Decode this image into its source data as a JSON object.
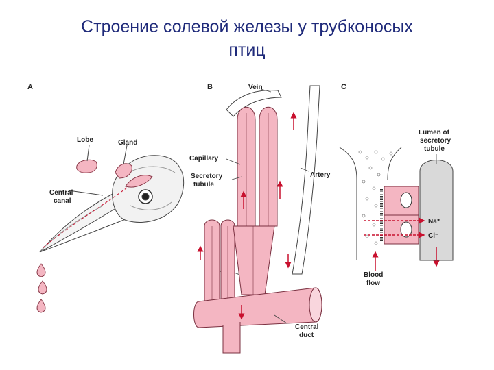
{
  "title": {
    "line1": "Строение солевой железы у трубконосых",
    "line2": "птиц"
  },
  "panels": {
    "a": "A",
    "b": "B",
    "c": "C"
  },
  "labels": {
    "lobe": "Lobe",
    "gland": "Gland",
    "central_canal_1": "Central",
    "central_canal_2": "canal",
    "vein": "Vein",
    "capillary": "Capillary",
    "secretory_tubule_1": "Secretory",
    "secretory_tubule_2": "tubule",
    "artery": "Artery",
    "central_duct_1": "Central",
    "central_duct_2": "duct",
    "lumen_1": "Lumen of",
    "lumen_2": "secretory",
    "lumen_3": "tubule",
    "na": "Na⁺",
    "cl": "Cl⁻",
    "blood_flow_1": "Blood",
    "blood_flow_2": "flow"
  },
  "colors": {
    "pink": "#f4b6c2",
    "red_arrow": "#c8102e",
    "grey": "#d9d9d9",
    "title": "#1f2a7a"
  }
}
